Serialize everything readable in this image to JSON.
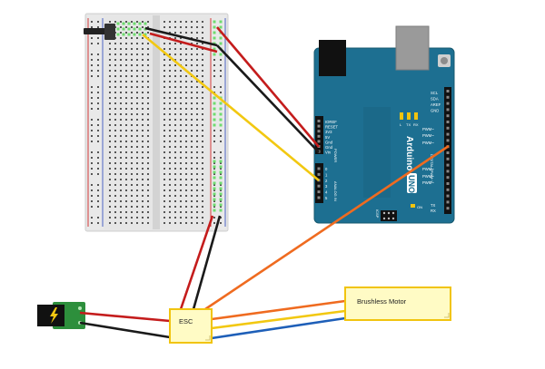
{
  "components": {
    "esc": {
      "label": "ESC"
    },
    "motor": {
      "label": "Brushless Motor"
    },
    "arduino": {
      "brand": "Arduino",
      "model": "UNO",
      "power_header_label": "POWER",
      "analog_header_label": "ANALOG IN",
      "digital_header_label": "DIGITAL (PWM~)",
      "icsp_label": "ICSP",
      "on_label": "ON",
      "power_pins": [
        "IOREF",
        "RESET",
        "3V3",
        "5V",
        "Gnd",
        "Gnd",
        "Vin"
      ],
      "analog_pins": [
        "0",
        "1",
        "2",
        "3",
        "4",
        "5"
      ],
      "top_right_pins": [
        "SCL",
        "SDA",
        "AREF",
        "GND"
      ],
      "digital_pwm_labels": [
        "PWM~",
        "PWM~",
        "PWM~",
        "PWM~",
        "PWM~",
        "PWM~"
      ],
      "tx_label": "TX",
      "rx_label": "RX",
      "led_tx": "TX",
      "led_rx": "RX",
      "led_l": "L"
    }
  },
  "colors": {
    "board": "#1d6f91",
    "board_edge": "#17596f",
    "breadboard": "#e6e6e6",
    "breadboard_strip": "#d3d3d3",
    "rail_red": "#d23b3b",
    "rail_blue": "#4a63c4",
    "wire_red": "#c41c1c",
    "wire_black": "#1a1a1a",
    "wire_yellow": "#f2c811",
    "wire_orange": "#ef6b20",
    "wire_blue": "#1e5fb8",
    "label_fill": "#fffbc5",
    "label_border": "#f1c40f",
    "jack_green": "#2d8f3c",
    "pin_green": "#6fdc6f"
  },
  "icons": {
    "battery": "lightning-bolt-icon"
  }
}
